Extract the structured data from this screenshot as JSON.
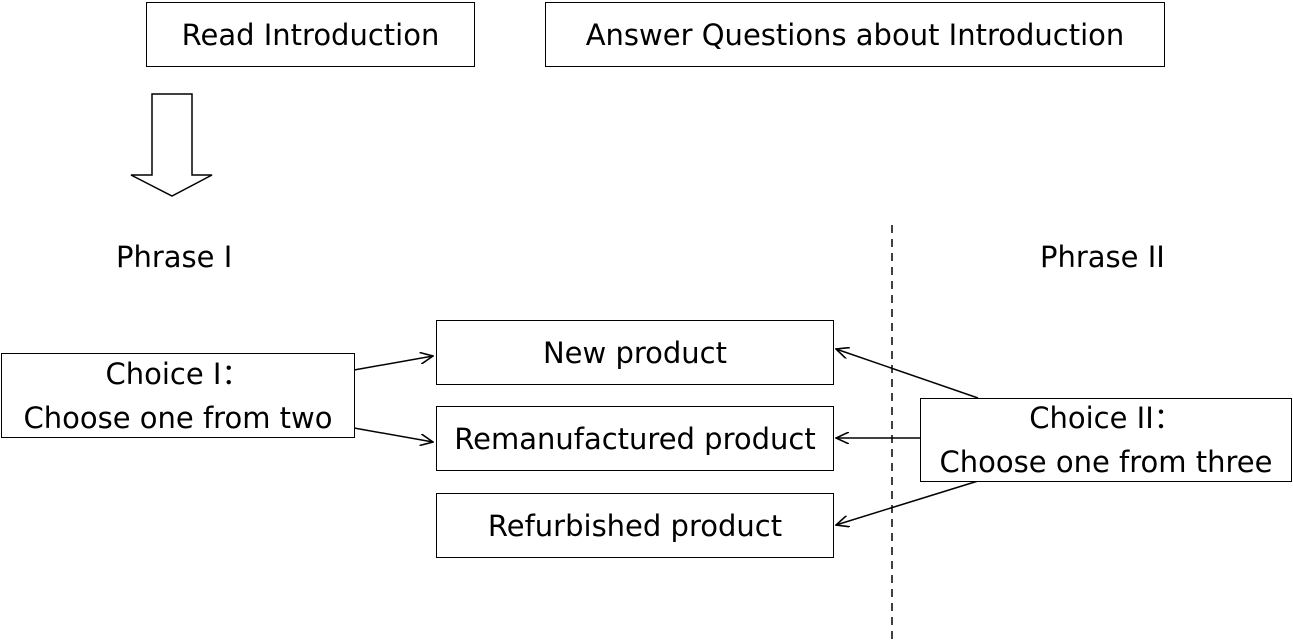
{
  "steps": {
    "read_intro": "Read Introduction",
    "answer_questions": "Answer Questions about Introduction"
  },
  "phases": {
    "phase1": "Phrase I",
    "phase2": "Phrase II"
  },
  "choice1": {
    "line1": "Choice I：",
    "line2": "Choose one from two"
  },
  "choice2": {
    "line1": "Choice II：",
    "line2": "Choose one from three"
  },
  "products": {
    "new": "New product",
    "remanufactured": "Remanufactured product",
    "refurbished": "Refurbished product"
  }
}
